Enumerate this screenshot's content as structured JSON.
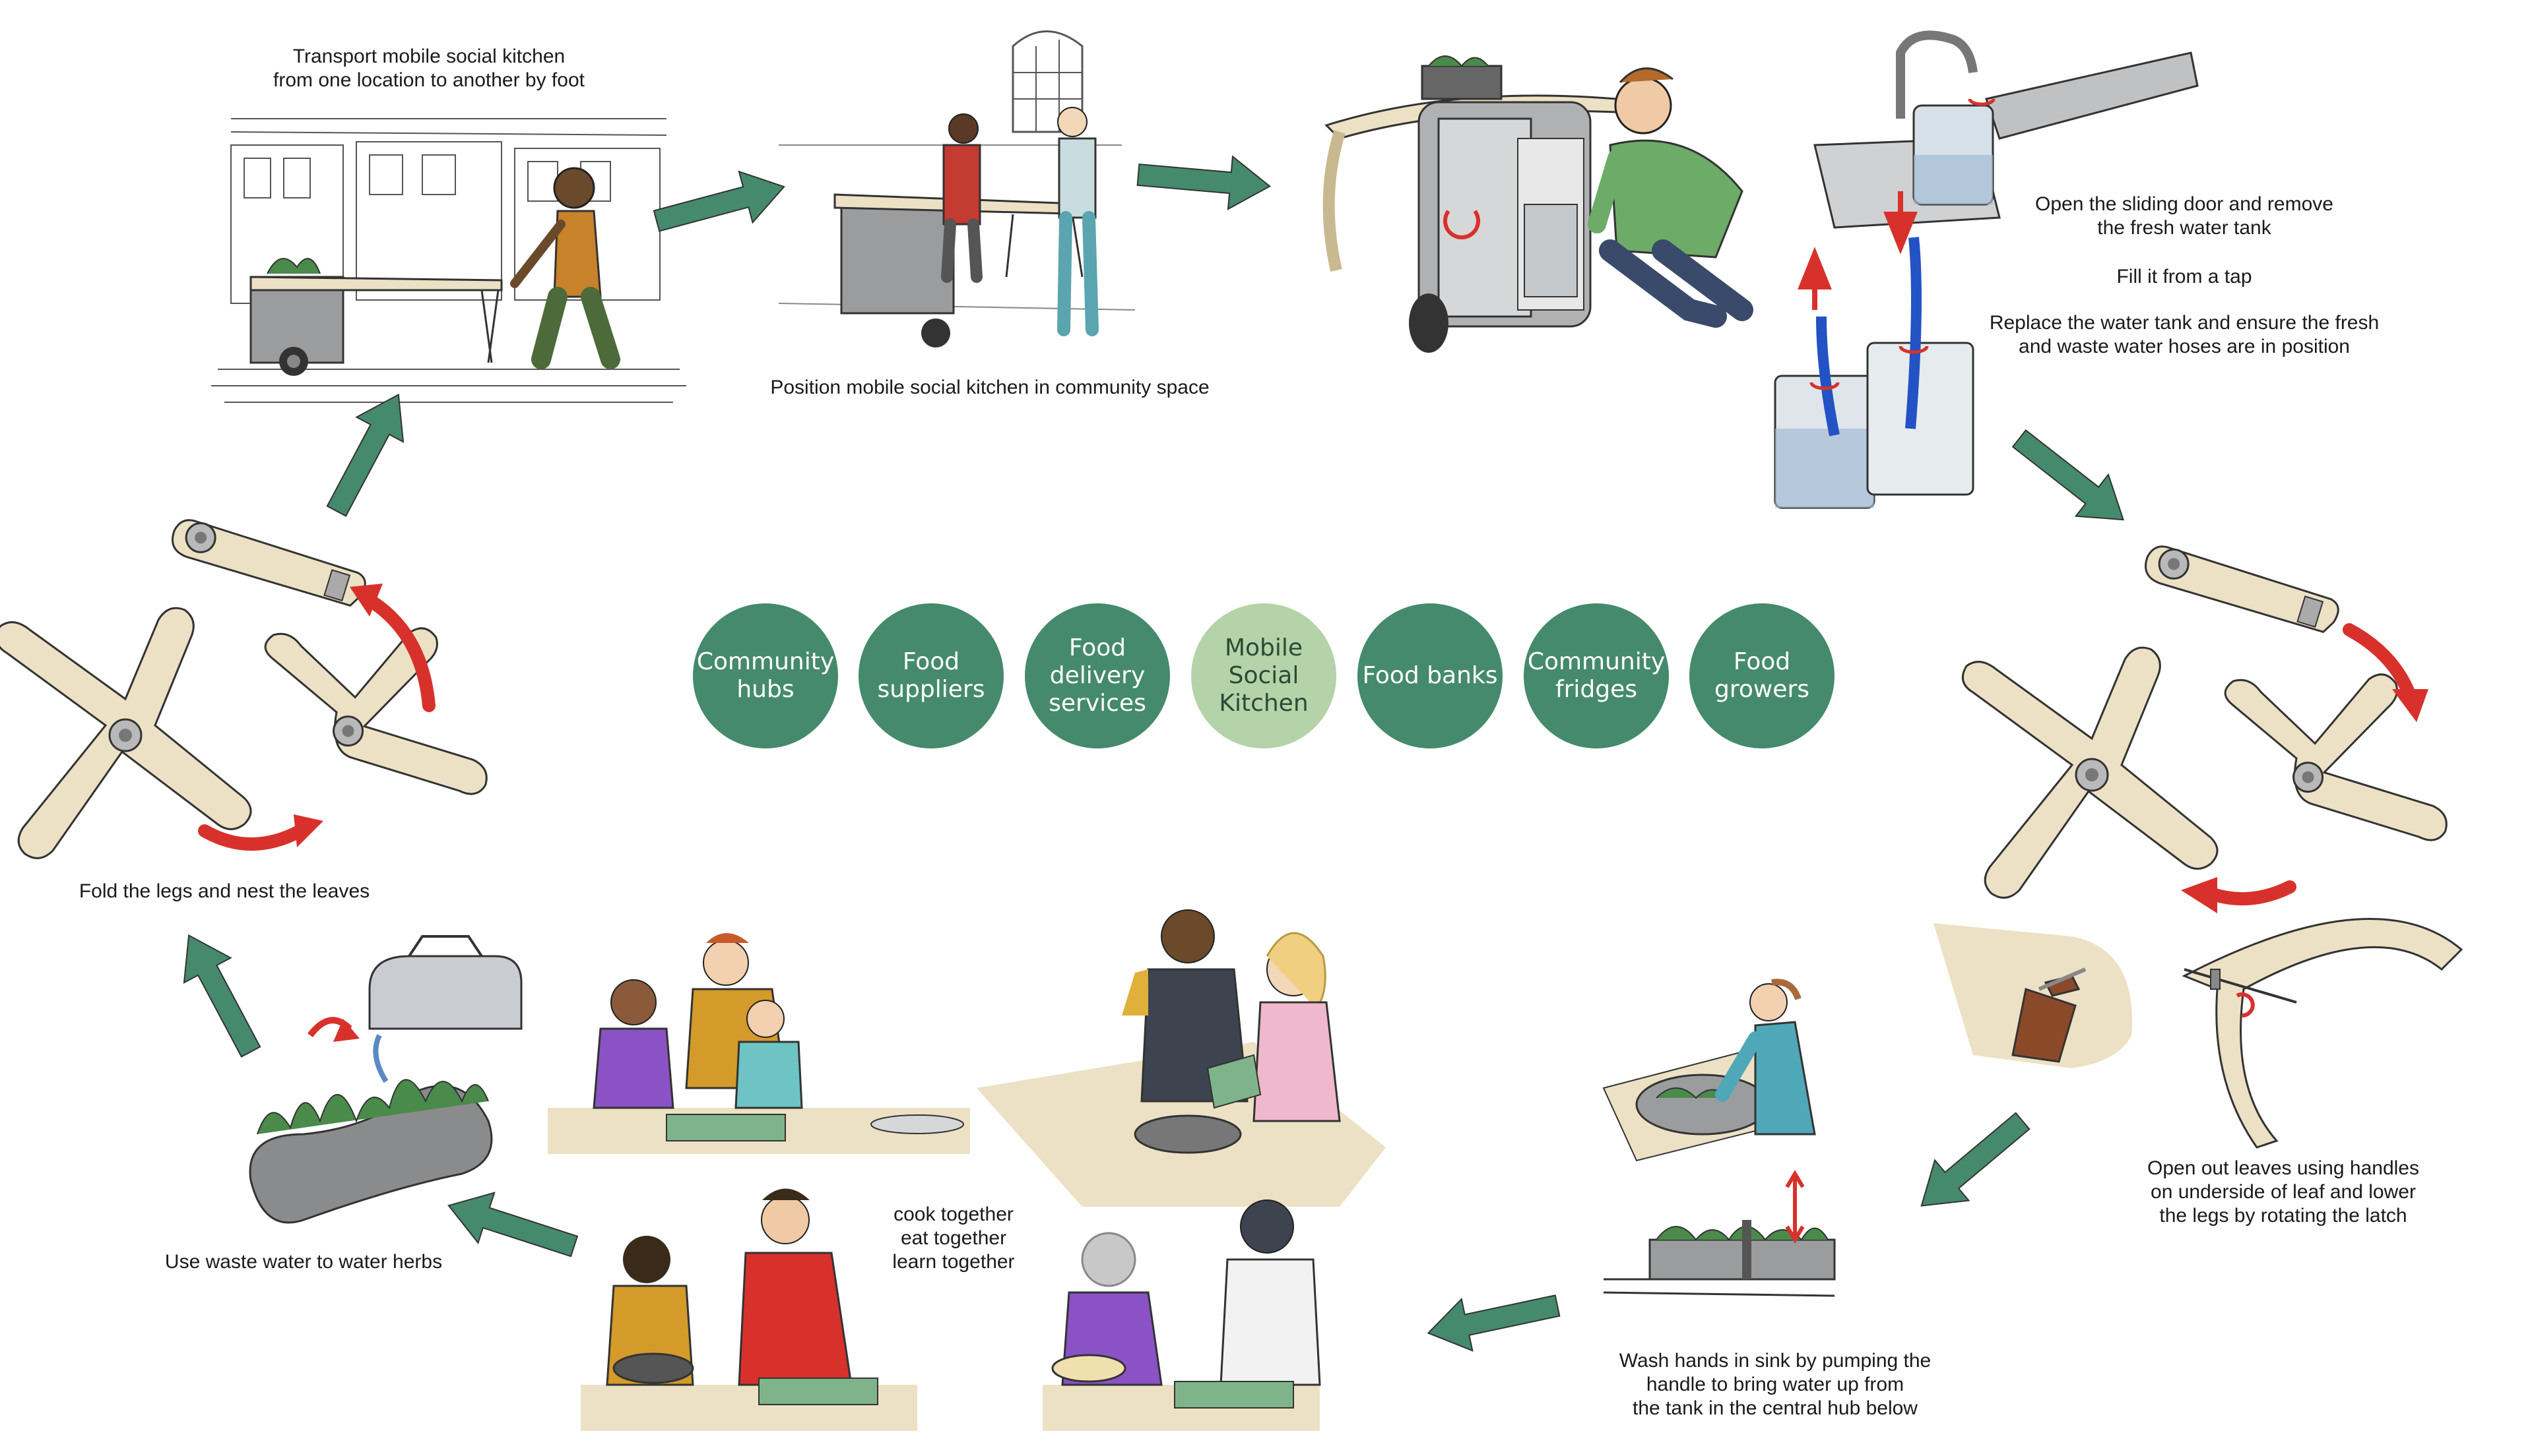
{
  "captions": {
    "transport": "Transport mobile social kitchen\nfrom one location to another by foot",
    "position": "Position mobile social kitchen in community space",
    "open_door": "Open the sliding door and remove\nthe fresh water tank",
    "fill": "Fill it from a tap",
    "replace": "Replace the water tank and ensure the fresh\nand waste water hoses are in position",
    "open_leaves": "Open out leaves using handles\non underside of leaf and lower\nthe legs by rotating the latch",
    "wash": "Wash hands in sink by pumping the\nhandle to bring water up from\nthe tank in the central hub below",
    "cook": "cook together\neat together\nlearn together",
    "waste_water": "Use waste water to water herbs",
    "fold": "Fold the legs and nest the leaves"
  },
  "hubs": [
    {
      "label": "Community\nhubs",
      "highlight": false
    },
    {
      "label": "Food\nsuppliers",
      "highlight": false
    },
    {
      "label": "Food\ndelivery\nservices",
      "highlight": false
    },
    {
      "label": "Mobile\nSocial\nKitchen",
      "highlight": true
    },
    {
      "label": "Food banks",
      "highlight": false
    },
    {
      "label": "Community\nfridges",
      "highlight": false
    },
    {
      "label": "Food\ngrowers",
      "highlight": false
    }
  ],
  "colors": {
    "green": "#458a6c",
    "green_light": "#b4d3a8",
    "red_arrow": "#d8312c",
    "beige": "#ece1c4",
    "grey": "#9b9c9e",
    "blue_hose": "#2352c4"
  }
}
